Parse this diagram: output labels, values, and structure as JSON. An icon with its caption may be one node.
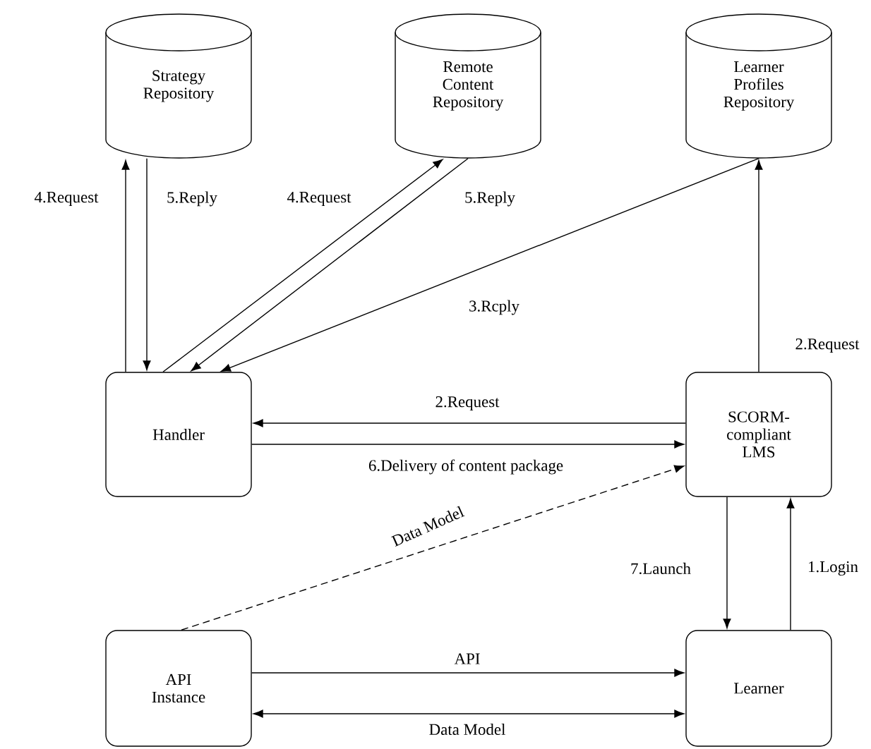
{
  "diagram": {
    "nodes": [
      {
        "text": [
          "Strategy Repository"
        ]
      },
      {
        "text": [
          "Remote Content Repository"
        ]
      },
      {
        "text": [
          "Learner Profiles Repository"
        ]
      },
      {
        "text": [
          "Handler"
        ]
      },
      {
        "text": [
          "SCORM-compliant LMS"
        ]
      },
      {
        "text": [
          "API Instance"
        ]
      },
      {
        "text": [
          "Learner"
        ]
      }
    ],
    "edges": [
      {
        "from": 3,
        "to": 0,
        "arrow": "to",
        "label": "4.Request"
      },
      {
        "from": 0,
        "to": 3,
        "arrow": "to",
        "label": "5.Reply"
      },
      {
        "from": 3,
        "to": 1,
        "arrow": "to",
        "label": "4.Request"
      },
      {
        "from": 1,
        "to": 3,
        "arrow": "to",
        "label": "5.Reply"
      },
      {
        "from": 2,
        "to": 3,
        "arrow": "to",
        "label": "3.Rcply"
      },
      {
        "from": 4,
        "to": 2,
        "arrow": "to",
        "label": "2.Request"
      },
      {
        "from": 4,
        "to": 3,
        "arrow": "to",
        "label": "2.Request"
      },
      {
        "from": 3,
        "to": 4,
        "arrow": "to",
        "label": "6.Delivery of content package"
      },
      {
        "from": 5,
        "to": 4,
        "arrow": "to",
        "label": "Data Model",
        "style": "dashed"
      },
      {
        "from": 4,
        "to": 6,
        "arrow": "to",
        "label": "7.Launch"
      },
      {
        "from": 6,
        "to": 4,
        "arrow": "to",
        "label": "1.Login"
      },
      {
        "from": 5,
        "to": 6,
        "arrow": "to",
        "label": "API"
      },
      {
        "from": 5,
        "to": 6,
        "arrow": "both",
        "label": "Data Model"
      }
    ]
  }
}
